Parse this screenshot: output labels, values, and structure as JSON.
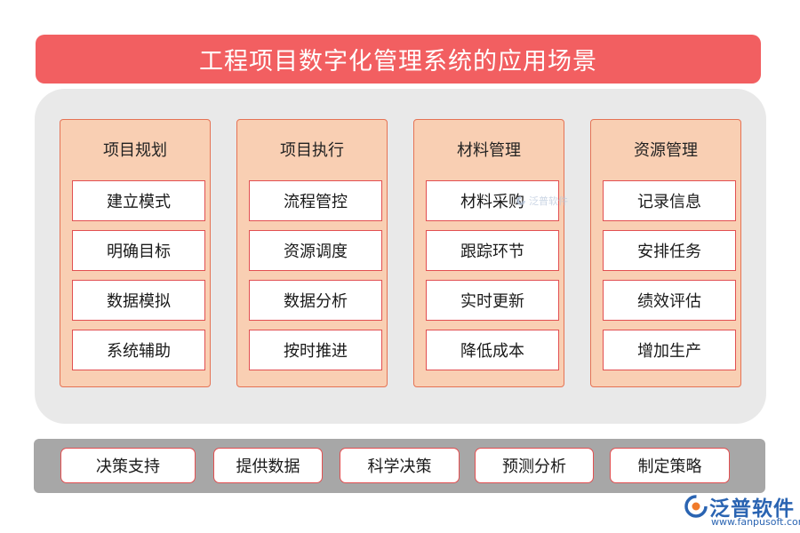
{
  "title": "工程项目数字化管理系统的应用场景",
  "columns": [
    {
      "title": "项目规划",
      "items": [
        "建立模式",
        "明确目标",
        "数据模拟",
        "系统辅助"
      ]
    },
    {
      "title": "项目执行",
      "items": [
        "流程管控",
        "资源调度",
        "数据分析",
        "按时推进"
      ]
    },
    {
      "title": "材料管理",
      "items": [
        "材料采购",
        "跟踪环节",
        "实时更新",
        "降低成本"
      ]
    },
    {
      "title": "资源管理",
      "items": [
        "记录信息",
        "安排任务",
        "绩效评估",
        "增加生产"
      ]
    }
  ],
  "bottom_items": [
    "决策支持",
    "提供数据",
    "科学决策",
    "预测分析",
    "制定策略"
  ],
  "watermark": {
    "text": "泛普软件"
  },
  "logo": {
    "name": "泛普软件",
    "url": "www.fanpusoft.com",
    "icon": "fanpu-logo-icon"
  },
  "colors": {
    "title_bar": "#f25f61",
    "column_fill": "#f9cfb3",
    "box_border": "#e24f51",
    "panel_bg": "#e9e9e9",
    "bottom_bar": "#a7a7a7",
    "logo_blue": "#2a64b2"
  }
}
